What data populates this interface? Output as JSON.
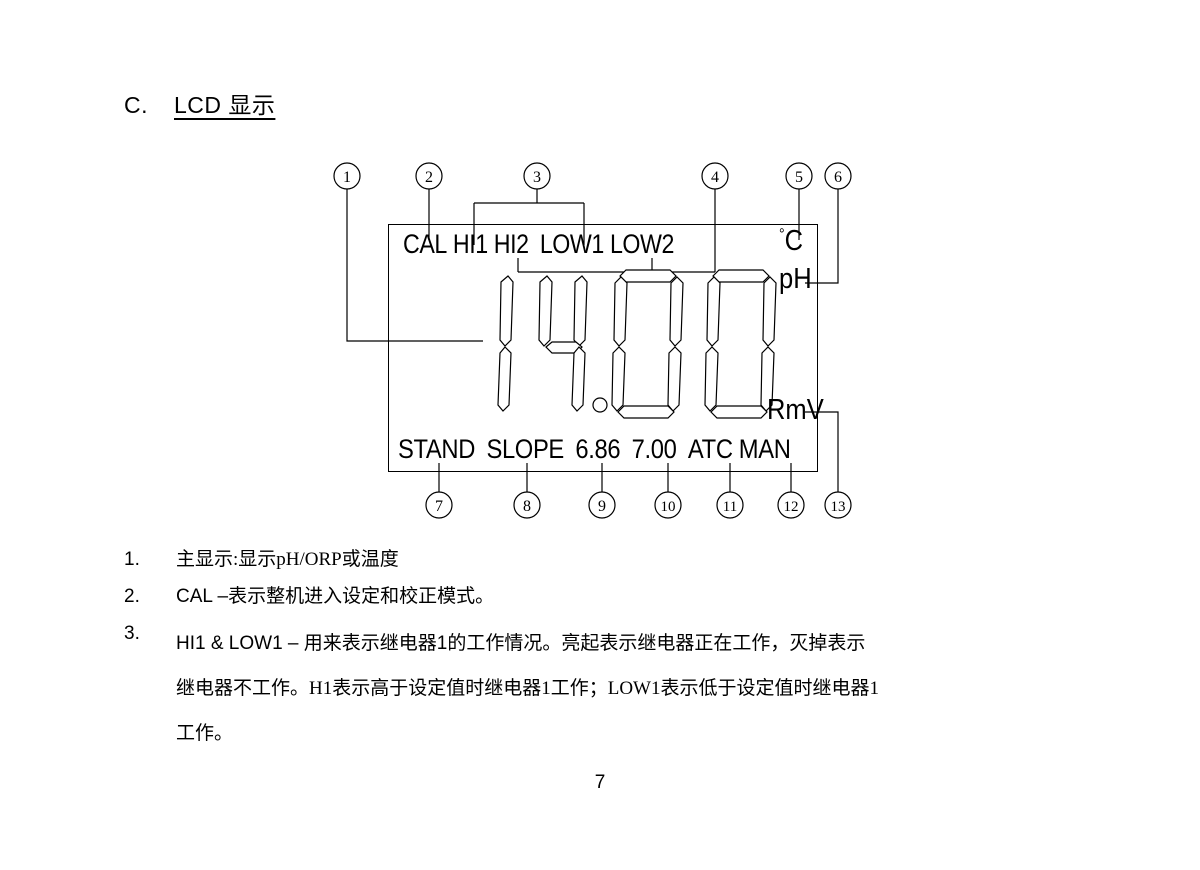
{
  "heading": {
    "label": "C.",
    "title": "LCD  显示"
  },
  "lcd": {
    "top_row": {
      "cal": "CAL",
      "hi1": "HI1",
      "hi2": "HI2",
      "low1": "LOW1",
      "low2": "LOW2"
    },
    "main_value": "14.00",
    "digits": [
      "1",
      "4",
      "0",
      "0"
    ],
    "decimal_point": ".",
    "units": {
      "degree": "°",
      "celsius": "C",
      "ph": "pH",
      "rmv": "RmV"
    },
    "bottom_row": {
      "stand": "STAND",
      "slope": "SLOPE",
      "buf1": "6.86",
      "buf2": "7.00",
      "atc": "ATC",
      "man": "MAN"
    }
  },
  "callouts": {
    "top": [
      "1",
      "2",
      "3",
      "4",
      "5",
      "6"
    ],
    "bottom": [
      "7",
      "8",
      "9",
      "10",
      "11",
      "12",
      "13"
    ]
  },
  "list": [
    {
      "num": "1.",
      "lines": [
        "主显示:显示pH/ORP或温度"
      ]
    },
    {
      "num": "2.",
      "lines": [
        "CAL –表示整机进入设定和校正模式。"
      ]
    },
    {
      "num": "3.",
      "lines": [
        "HI1 & LOW1 –  用来表示继电器1的工作情况。亮起表示继电器正在工作，灭掉表示",
        "继电器不工作。H1表示高于设定值时继电器1工作；LOW1表示低于设定值时继电器1",
        "工作。"
      ]
    }
  ],
  "page_number": "7"
}
